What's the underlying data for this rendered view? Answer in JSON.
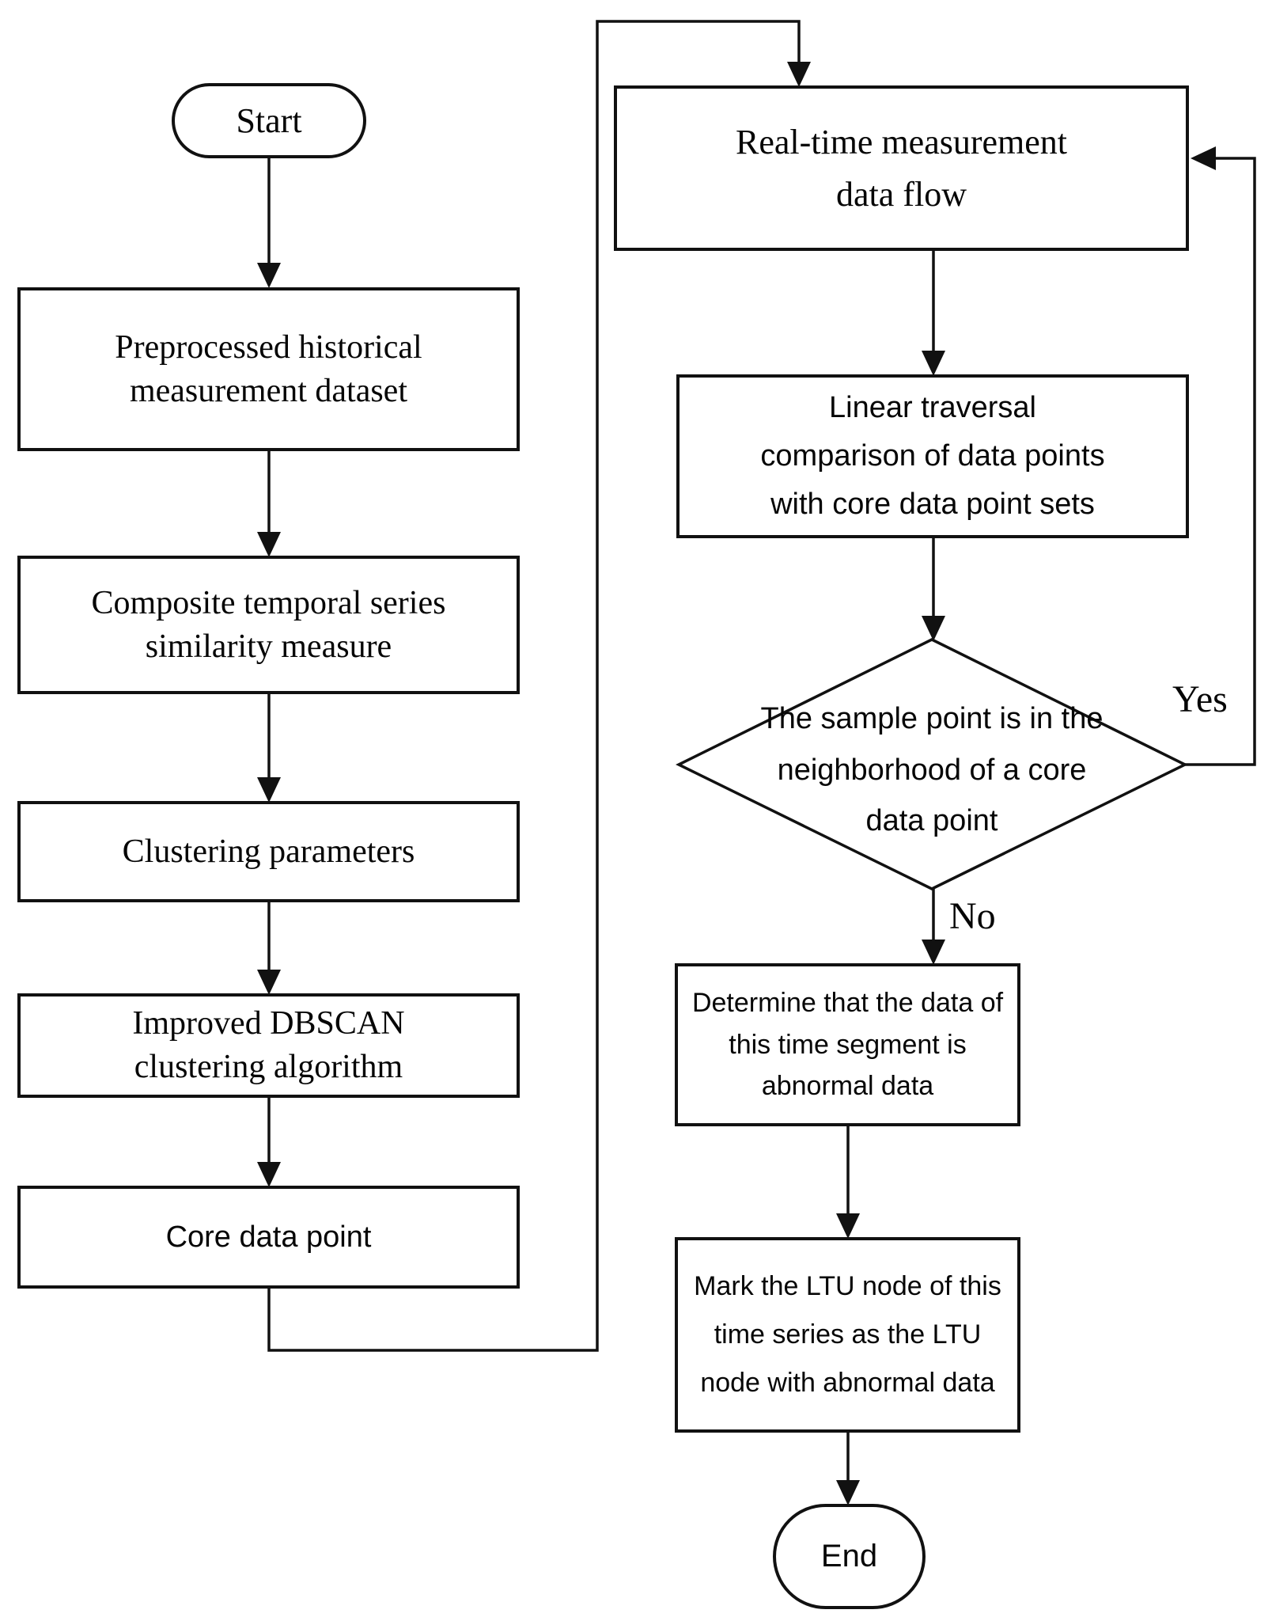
{
  "diagram": {
    "kind": "flowchart",
    "colors": {
      "stroke": "#111111",
      "background": "#ffffff",
      "text": "#060606"
    },
    "nodes": {
      "start": {
        "label": "Start",
        "shape": "terminator"
      },
      "preprocessed": {
        "label": "Preprocessed historical\nmeasurement dataset",
        "shape": "process"
      },
      "composite": {
        "label": "Composite temporal series\nsimilarity measure",
        "shape": "process"
      },
      "clustering_params": {
        "label": "Clustering parameters",
        "shape": "process"
      },
      "dbscan": {
        "label": "Improved DBSCAN\nclustering algorithm",
        "shape": "process"
      },
      "core_point": {
        "label": "Core data point",
        "shape": "process"
      },
      "realtime": {
        "label": "Real-time measurement\ndata flow",
        "shape": "process"
      },
      "linear": {
        "label": "Linear traversal\ncomparison of data points\nwith core data point sets",
        "shape": "process"
      },
      "decision": {
        "label": "The sample point is in the\nneighborhood of a core\ndata point",
        "shape": "decision"
      },
      "determine": {
        "label": "Determine that the data of\nthis time segment is\nabnormal data",
        "shape": "process"
      },
      "mark": {
        "label": "Mark the LTU node of this\ntime series as the LTU\nnode with abnormal data",
        "shape": "process"
      },
      "end": {
        "label": "End",
        "shape": "terminator"
      }
    },
    "edge_labels": {
      "yes": "Yes",
      "no": "No"
    }
  }
}
